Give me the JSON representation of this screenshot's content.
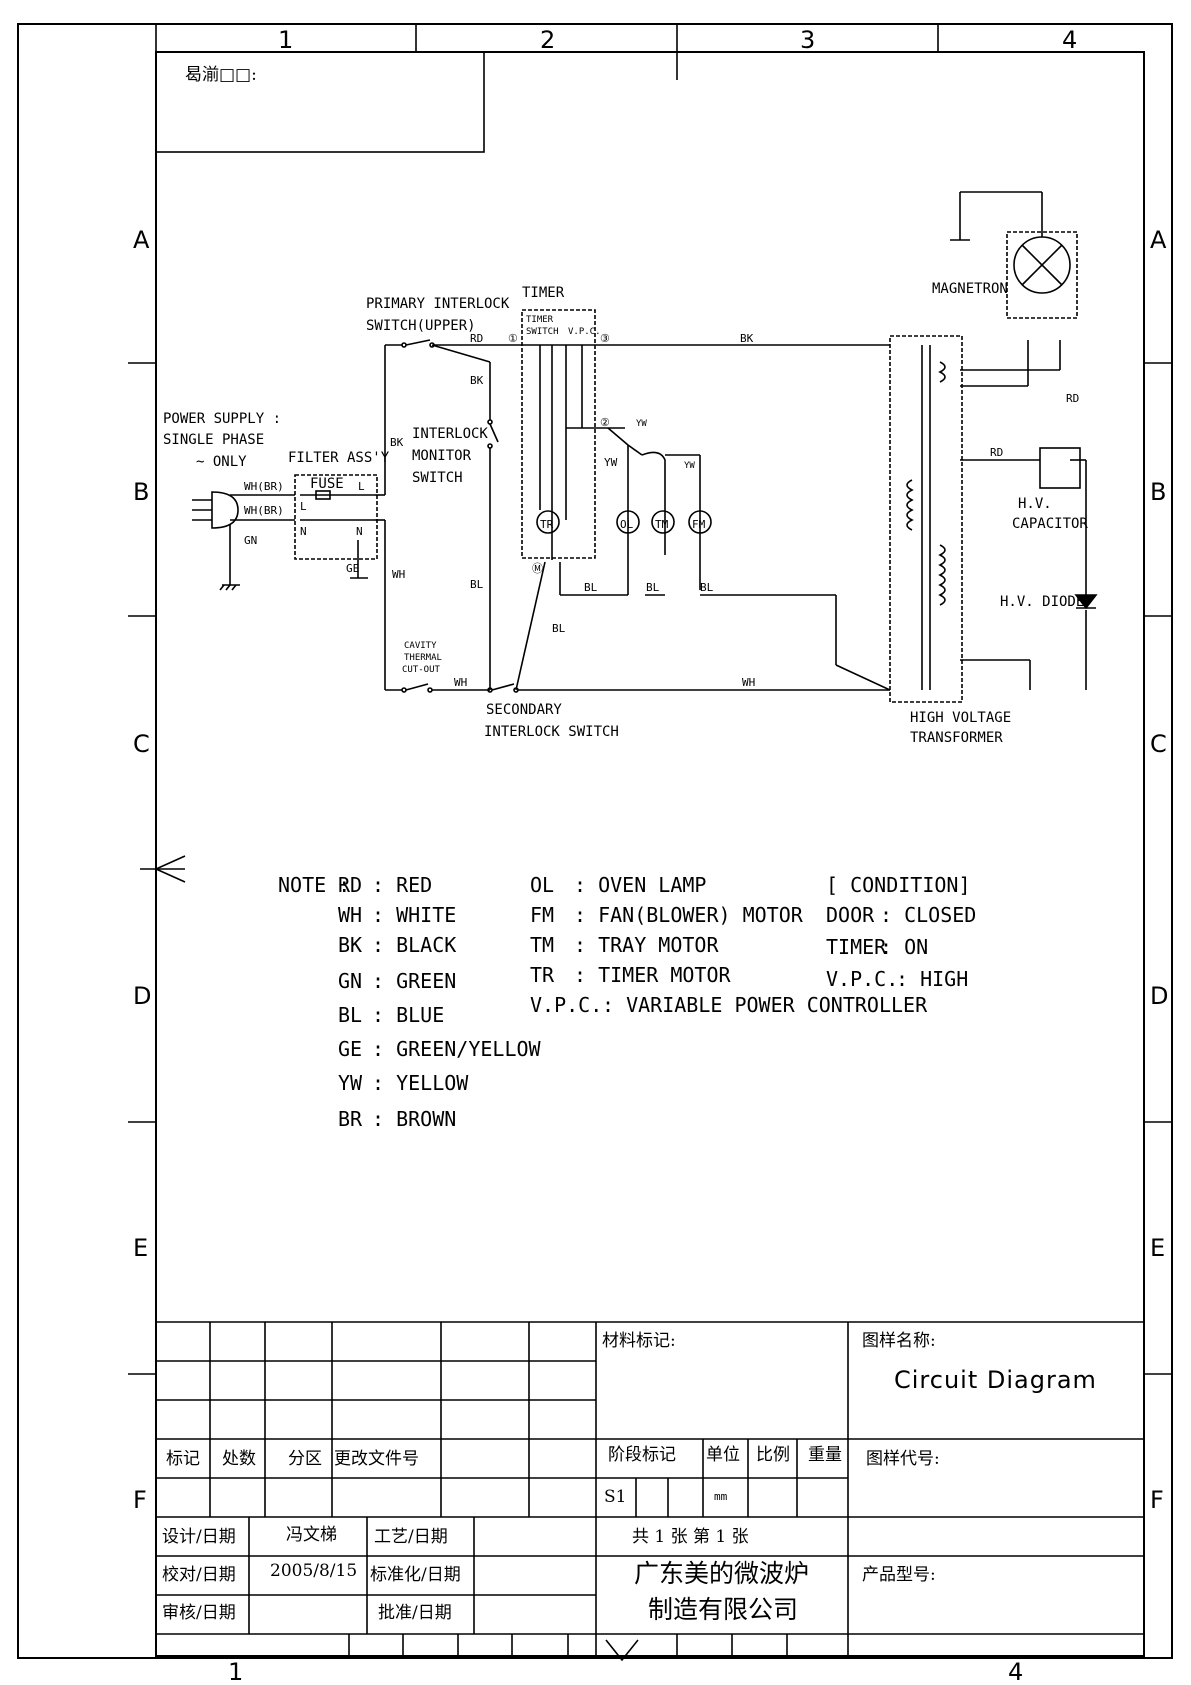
{
  "grid": {
    "columns": [
      "1",
      "2",
      "3",
      "4"
    ],
    "rows": [
      "A",
      "B",
      "C",
      "D",
      "E",
      "F"
    ]
  },
  "header": {
    "garbled_label": "曷湔□□:"
  },
  "components": {
    "power_supply": [
      "POWER SUPPLY :",
      "SINGLE PHASE",
      "~ ONLY"
    ],
    "filter": "FILTER ASS'Y",
    "fuse": "FUSE",
    "primary_interlock": [
      "PRIMARY INTERLOCK",
      "SWITCH(UPPER)"
    ],
    "interlock_monitor": [
      "INTERLOCK",
      "MONITOR",
      "SWITCH"
    ],
    "timer": "TIMER",
    "timer_switch": [
      "TIMER",
      "SWITCH"
    ],
    "vpc": "V.P.C.",
    "magnetron": "MAGNETRON",
    "hv_capacitor": [
      "H.V.",
      "CAPACITOR"
    ],
    "hv_diode": "H.V. DIODE",
    "cavity_cutout": [
      "CAVITY",
      "THERMAL",
      "CUT-OUT"
    ],
    "secondary_interlock": [
      "SECONDARY",
      "INTERLOCK SWITCH"
    ],
    "hv_transformer": [
      "HIGH VOLTAGE",
      "TRANSFORMER"
    ],
    "motors": [
      "TR",
      "OL",
      "TM",
      "FM"
    ],
    "terminals": {
      "L": "L",
      "N": "N",
      "t1": "①",
      "t2": "②",
      "t3": "③",
      "tm": "Ⓜ"
    }
  },
  "wires": {
    "RD": "RD",
    "BK": "BK",
    "WH": "WH",
    "BL": "BL",
    "YW": "YW",
    "GN": "GN",
    "GE": "GE",
    "WHBR": "WH(BR)"
  },
  "note": {
    "heading": "NOTE :",
    "colors": [
      {
        "code": "RD",
        "name": "RED"
      },
      {
        "code": "WH",
        "name": "WHITE"
      },
      {
        "code": "BK",
        "name": "BLACK"
      },
      {
        "code": "GN",
        "name": "GREEN"
      },
      {
        "code": "BL",
        "name": "BLUE"
      },
      {
        "code": "GE",
        "name": "GREEN/YELLOW"
      },
      {
        "code": "YW",
        "name": "YELLOW"
      },
      {
        "code": "BR",
        "name": "BROWN"
      }
    ],
    "parts": [
      {
        "code": "OL",
        "name": "OVEN LAMP"
      },
      {
        "code": "FM",
        "name": "FAN(BLOWER) MOTOR"
      },
      {
        "code": "TM",
        "name": "TRAY MOTOR"
      },
      {
        "code": "TR",
        "name": "TIMER MOTOR"
      },
      {
        "code": "V.P.C.",
        "name": "VARIABLE POWER CONTROLLER"
      }
    ],
    "condition": {
      "heading": "[ CONDITION]",
      "items": [
        {
          "key": "DOOR",
          "value": "CLOSED"
        },
        {
          "key": "TIMER",
          "value": "ON"
        },
        {
          "key": "V.P.C.",
          "value": "HIGH"
        }
      ]
    }
  },
  "title_block": {
    "material_mark": "材料标记:",
    "drawing_name_label": "图样名称:",
    "drawing_name": "Circuit  Diagram",
    "revision_headers": [
      "标记",
      "处数",
      "分区",
      "更改文件号"
    ],
    "stage_headers": [
      "阶段标记",
      "单位",
      "比例",
      "重量"
    ],
    "stage_value": "S1",
    "unit_value": "mm",
    "drawing_code_label": "图样代号:",
    "design_label": "设计/日期",
    "designer": "冯文梯",
    "process_label": "工艺/日期",
    "check_label": "校对/日期",
    "date": "2005/8/15",
    "standard_label": "标准化/日期",
    "review_label": "审核/日期",
    "approve_label": "批准/日期",
    "sheets": "共 1 张      第 1 张",
    "company_line1": "广东美的微波炉",
    "company_line2": "制造有限公司",
    "product_model_label": "产品型号:"
  }
}
